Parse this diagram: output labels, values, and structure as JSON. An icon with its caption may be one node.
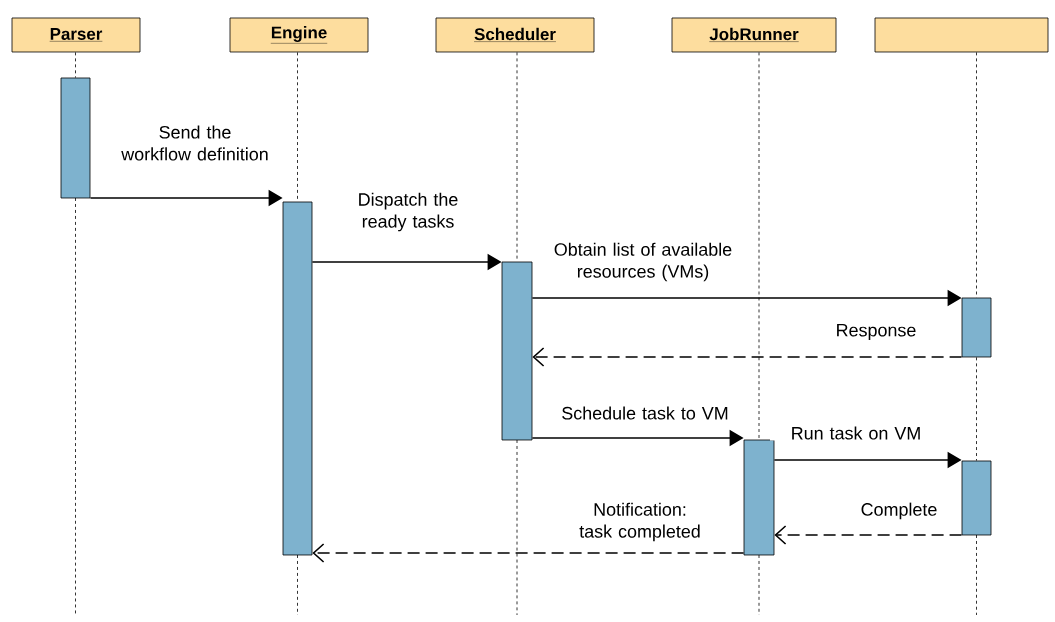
{
  "diagram": {
    "nodes": [
      {
        "text": [
          "Parser"
        ]
      },
      {
        "text": [
          "Engine"
        ]
      },
      {
        "text": [
          "Scheduler"
        ]
      },
      {
        "text": [
          "JobRunner"
        ]
      },
      {
        "text": [],
        "shape": "box"
      },
      {
        "text": [],
        "shape": "bar"
      },
      {
        "text": [],
        "shape": "bar"
      },
      {
        "text": [],
        "shape": "bar"
      },
      {
        "text": [],
        "shape": "bar"
      },
      {
        "text": [],
        "shape": "bar"
      },
      {
        "text": [],
        "shape": "bar"
      }
    ],
    "edges": [
      {
        "from": 0,
        "to": 5,
        "arrow": "none",
        "style": "dashed"
      },
      {
        "from": 1,
        "to": 6,
        "arrow": "none",
        "style": "dashed"
      },
      {
        "from": 2,
        "to": 7,
        "arrow": "none",
        "style": "dashed"
      },
      {
        "from": 3,
        "to": 9,
        "arrow": "none",
        "style": "dashed"
      },
      {
        "from": 4,
        "to": 8,
        "arrow": "none",
        "style": "dashed"
      },
      {
        "from": 8,
        "to": 10,
        "arrow": "none",
        "style": "dashed"
      },
      {
        "from": 5,
        "to": 6,
        "arrow": "to",
        "label": "Send the workflow definition"
      },
      {
        "from": 6,
        "to": 7,
        "arrow": "to",
        "label": "Dispatch the ready tasks"
      },
      {
        "from": 7,
        "to": 8,
        "arrow": "to",
        "label": "Obtain list of available resources (VMs)"
      },
      {
        "from": 8,
        "to": 7,
        "arrow": "to",
        "style": "dashed",
        "label": "Response"
      },
      {
        "from": 7,
        "to": 9,
        "arrow": "to",
        "label": "Schedule task to VM"
      },
      {
        "from": 9,
        "to": 10,
        "arrow": "to",
        "label": "Run task on VM"
      },
      {
        "from": 10,
        "to": 9,
        "arrow": "to",
        "style": "dashed",
        "label": "Complete"
      },
      {
        "from": 9,
        "to": 6,
        "arrow": "to",
        "style": "dashed",
        "label": "Notification: task completed"
      }
    ]
  }
}
